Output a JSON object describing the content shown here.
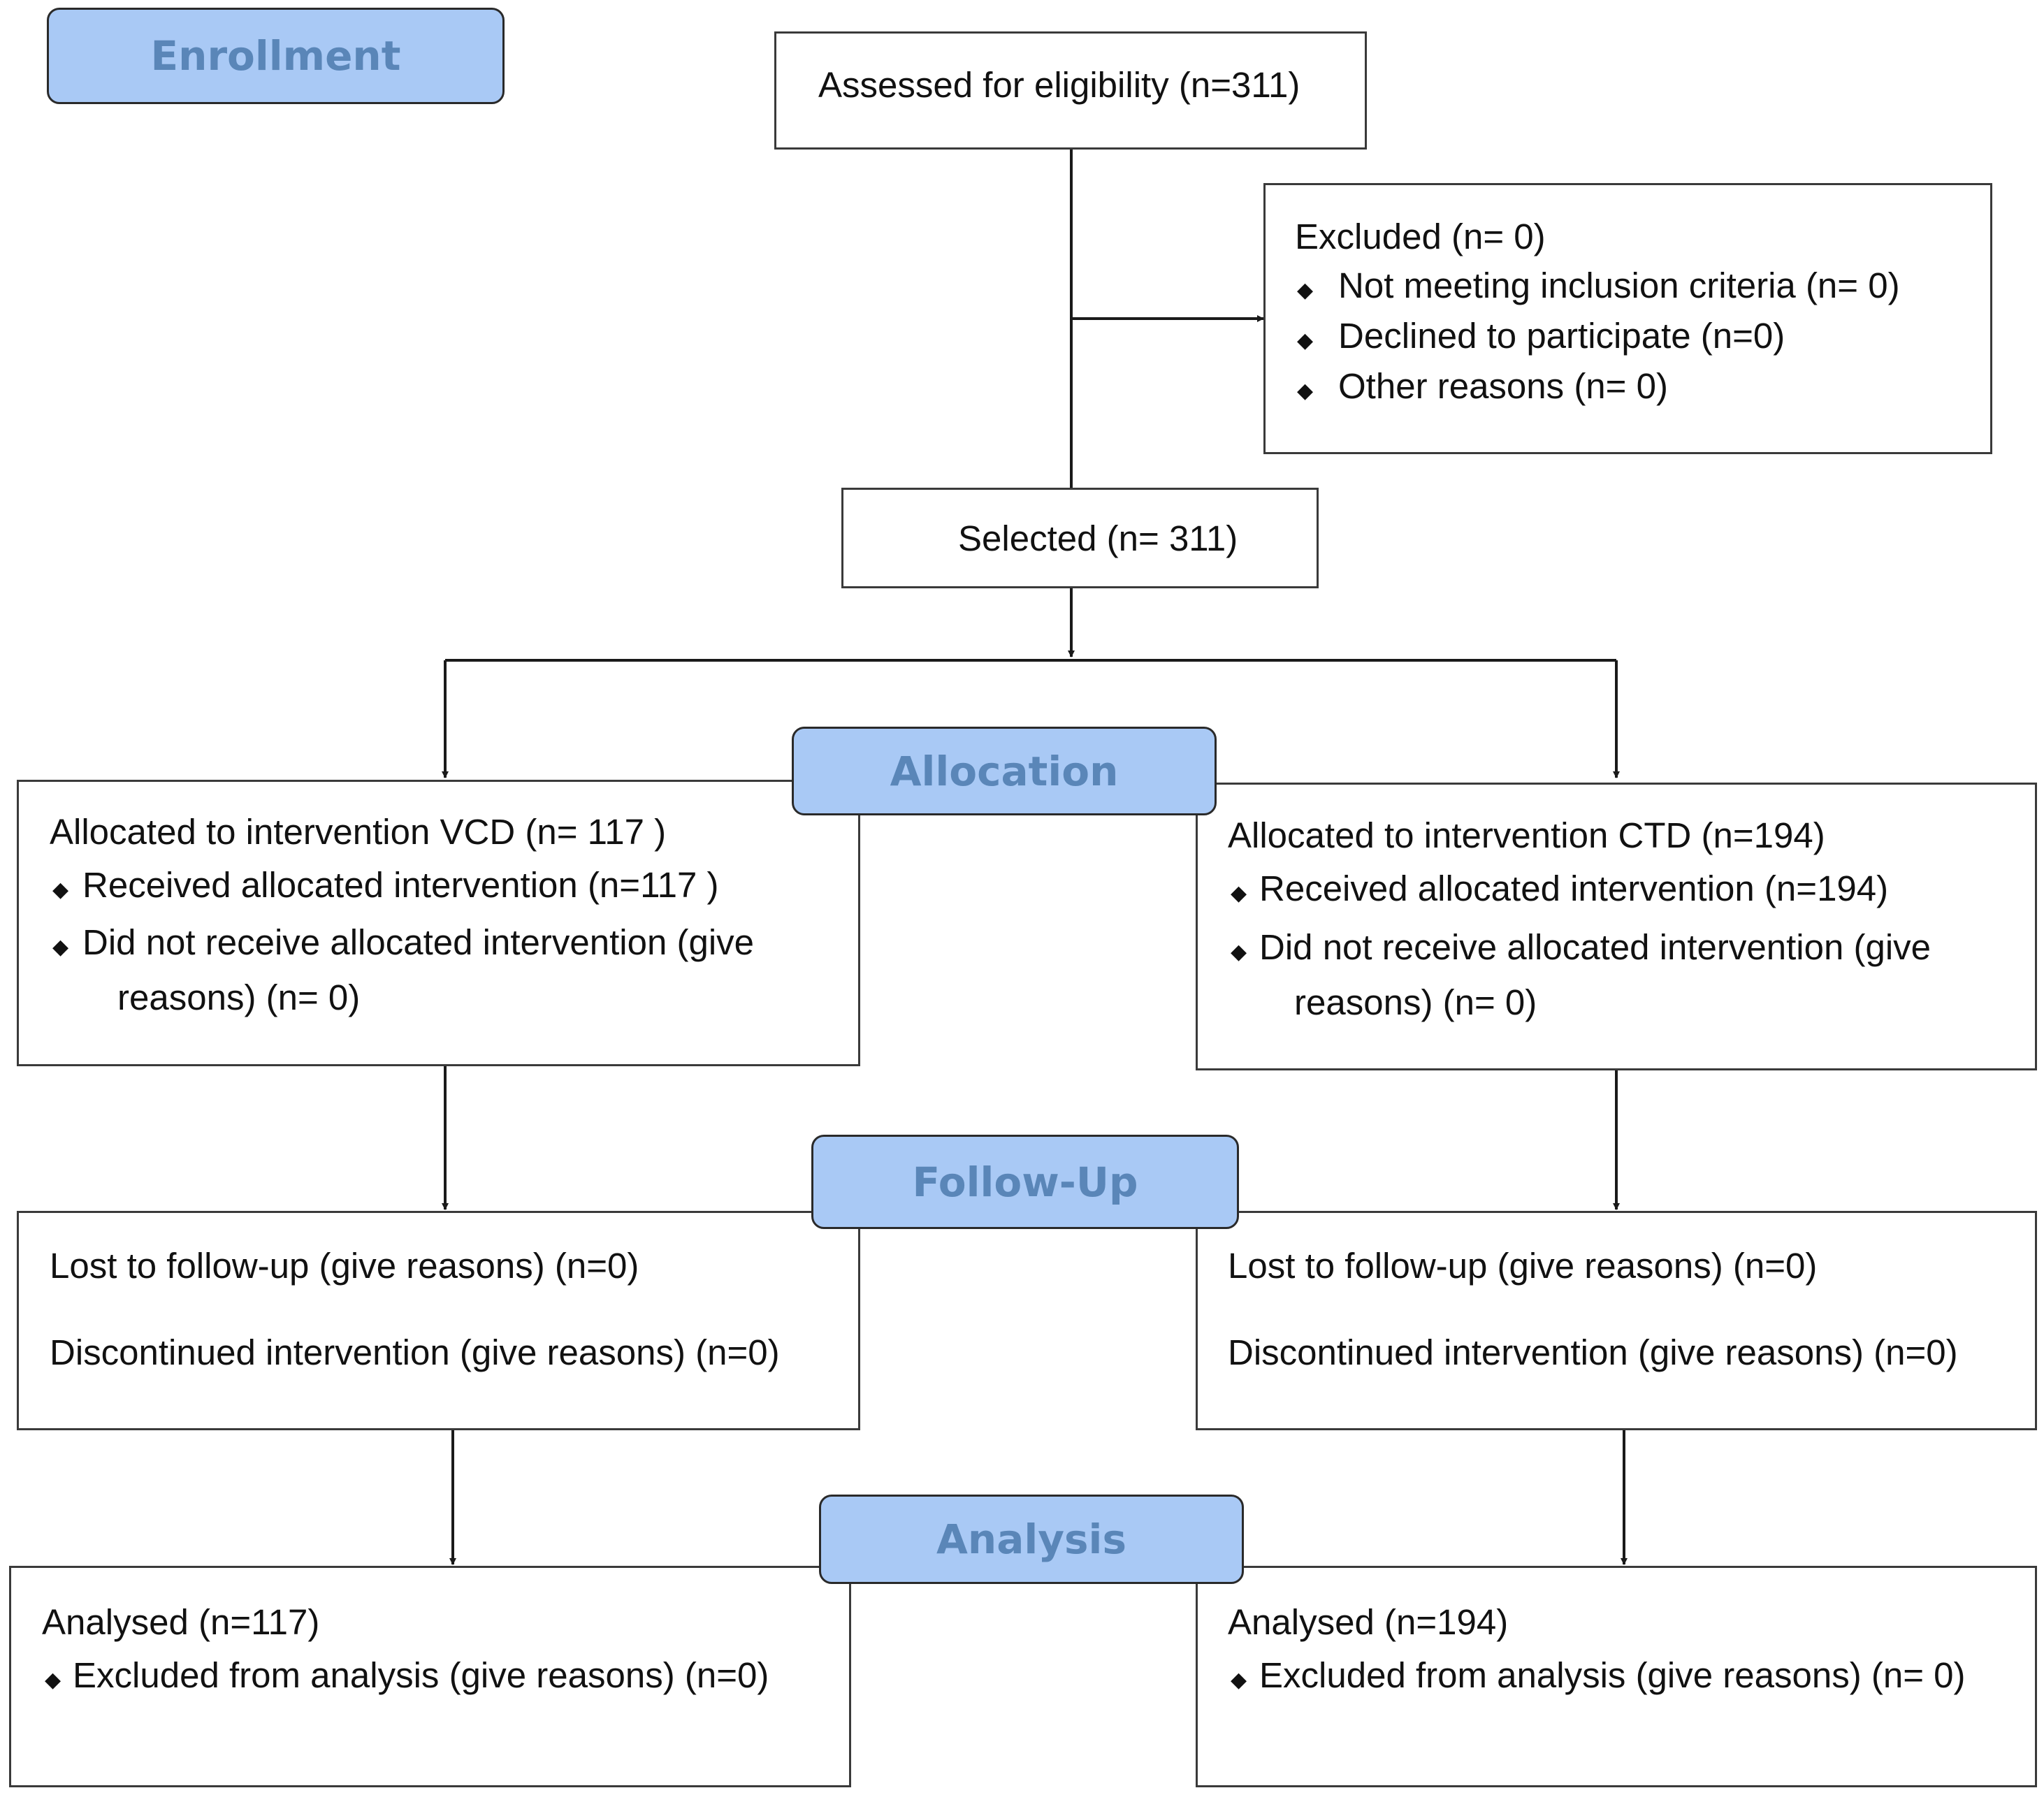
{
  "stages": {
    "enrollment": "Enrollment",
    "allocation": "Allocation",
    "follow_up": "Follow-Up",
    "analysis": "Analysis"
  },
  "assessed": "Assessed for eligibility (n=311)",
  "excluded": {
    "title": "Excluded  (n= 0)",
    "items": [
      "Not meeting inclusion criteria (n= 0)",
      "Declined to participate (n=0)",
      "Other reasons (n=  0)"
    ]
  },
  "selected": "Selected (n= 311)",
  "allocation_left": {
    "title": "Allocated to intervention VCD (n= 117 )",
    "received": "Received allocated intervention (n=117  )",
    "not_received_1": "Did not receive allocated intervention (give",
    "not_received_2": "reasons) (n= 0)"
  },
  "allocation_right": {
    "title": "Allocated to intervention CTD (n=194)",
    "received": "Received allocated intervention (n=194)",
    "not_received_1": "Did not receive allocated intervention (give",
    "not_received_2": "reasons) (n= 0)"
  },
  "followup_left": {
    "lost": "Lost to follow-up (give reasons) (n=0)",
    "discontinued": "Discontinued intervention (give reasons) (n=0)"
  },
  "followup_right": {
    "lost": "Lost to follow-up (give reasons) (n=0)",
    "discontinued": "Discontinued intervention (give reasons) (n=0)"
  },
  "analysis_left": {
    "analysed": "Analysed  (n=117)",
    "excluded": "Excluded from analysis (give reasons) (n=0)"
  },
  "analysis_right": {
    "analysed": "Analysed  (n=194)",
    "excluded": "Excluded from analysis (give reasons) (n= 0)"
  },
  "bullet_glyph": "◆",
  "colors": {
    "stage_fill": "#a9c9f5",
    "stage_text": "#5a86b8",
    "box_border": "#3a3a3a"
  }
}
